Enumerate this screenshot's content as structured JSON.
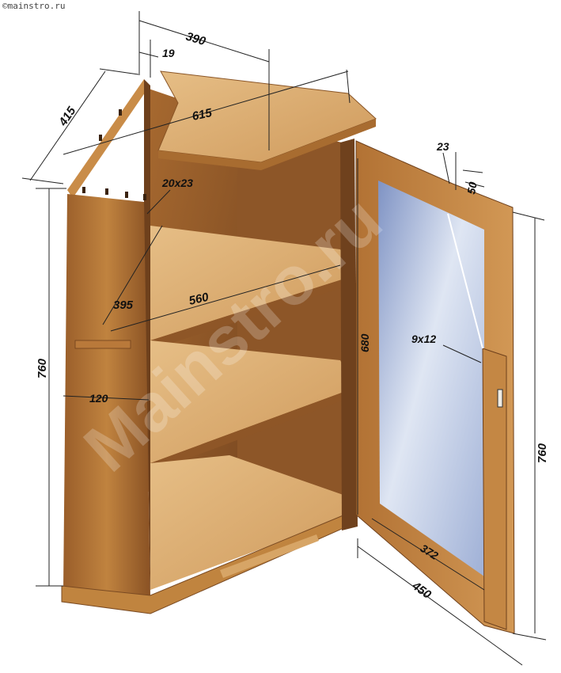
{
  "credit": "©mainstro.ru",
  "watermark": "Mainstro.ru",
  "dimensions": {
    "top_width": "390",
    "board_thickness": "19",
    "depth": "415",
    "diagonal_top": "615",
    "frame_w": "23",
    "frame_h": "50",
    "cleat": "20x23",
    "shelf_front": "560",
    "shelf_side": "395",
    "body_height": "760",
    "door_inner_height": "680",
    "glazing_bead": "9x12",
    "plinth_width": "120",
    "door_inner_width": "372",
    "door_width": "450",
    "door_height": "760"
  },
  "colors": {
    "wood_light": "#d9a86a",
    "wood_mid": "#b97a3c",
    "wood_dark": "#7a4a22",
    "glass": "#b9c6de"
  }
}
